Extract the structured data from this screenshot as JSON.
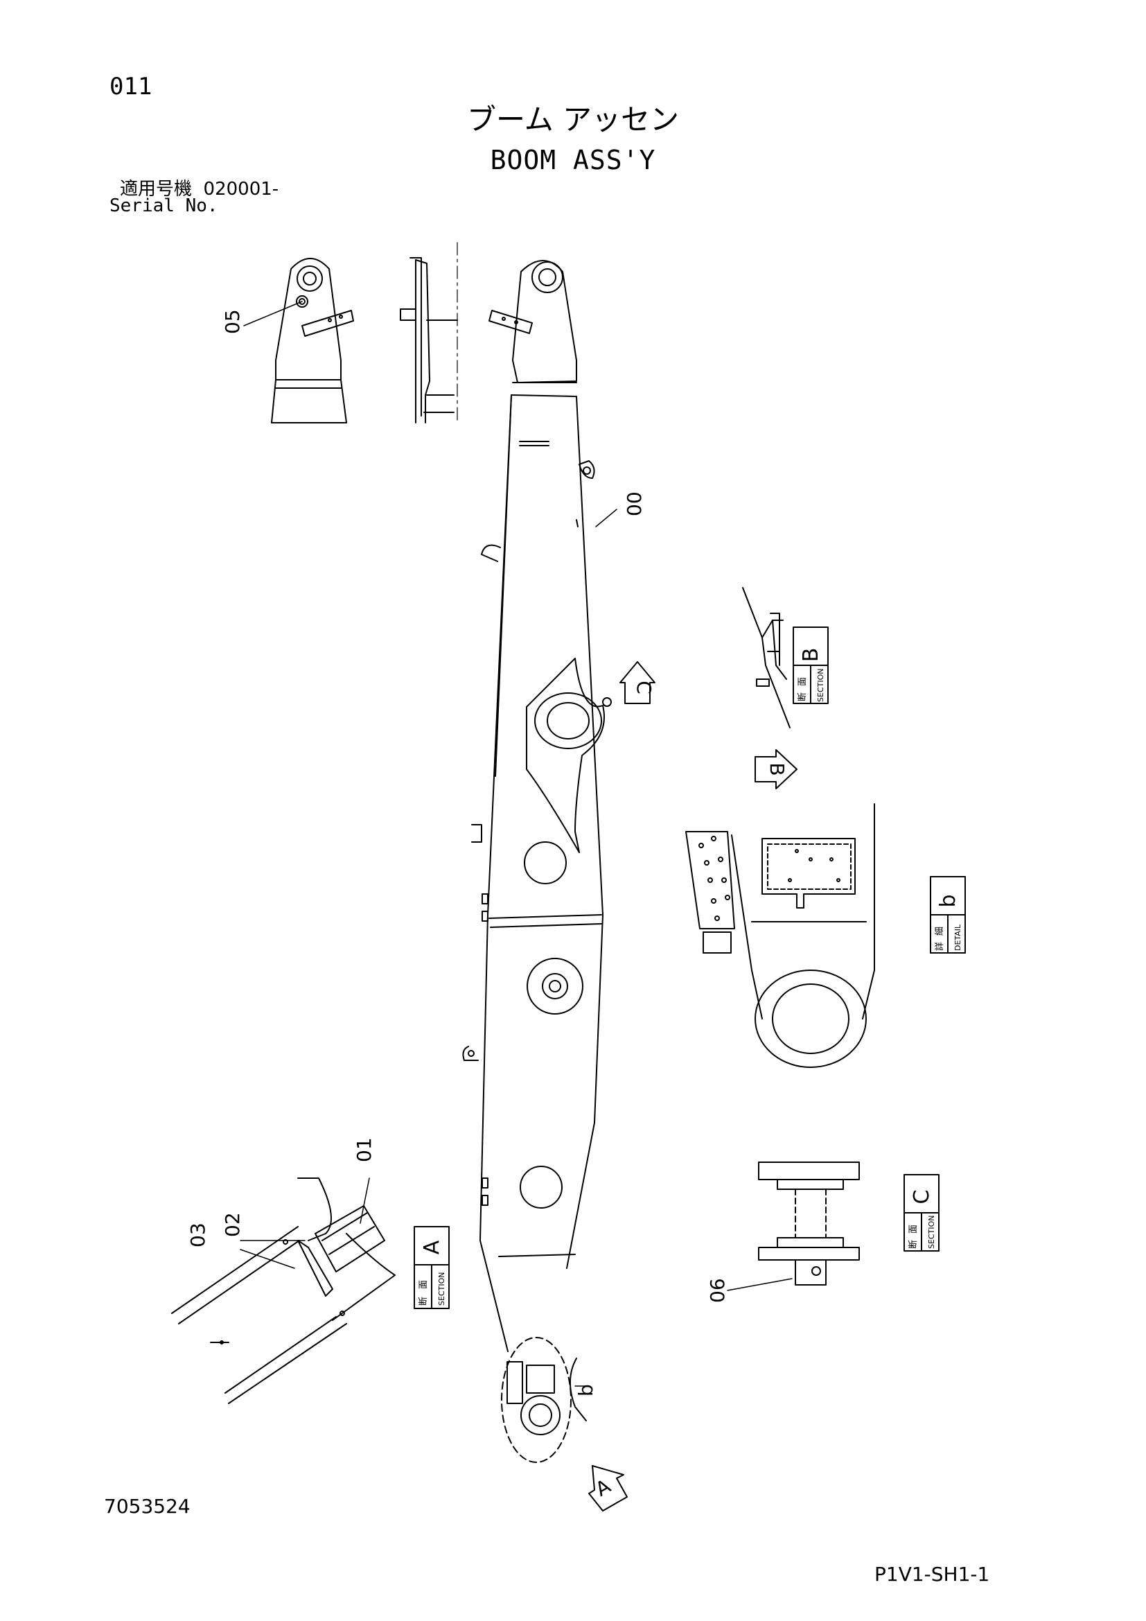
{
  "header": {
    "page_number": "011",
    "title_jp": "ブーム アッセン",
    "title_en": "BOOM ASS'Y",
    "serial_label_jp": "適用号機",
    "serial_range": "020001-",
    "serial_label_en": "Serial No."
  },
  "footer": {
    "drawing_number": "7053524",
    "sheet_id": "P1V1-SH1-1"
  },
  "part_labels": {
    "p00": "00",
    "p01": "01",
    "p02": "02",
    "p03": "03",
    "p05": "05",
    "p06": "06"
  },
  "section_tags": {
    "A": {
      "letter": "A",
      "kanji1": "断",
      "kanji2": "面",
      "word": "SECTION"
    },
    "B": {
      "letter": "B",
      "kanji1": "断",
      "kanji2": "面",
      "word": "SECTION"
    },
    "C": {
      "letter": "C",
      "kanji1": "断",
      "kanji2": "面",
      "word": "SECTION"
    },
    "b": {
      "letter": "b",
      "kanji1": "詳",
      "kanji2": "細",
      "word": "DETAIL"
    }
  },
  "view_arrows": {
    "A": "A",
    "B": "B",
    "C": "C"
  },
  "detail_circle_label": "b"
}
